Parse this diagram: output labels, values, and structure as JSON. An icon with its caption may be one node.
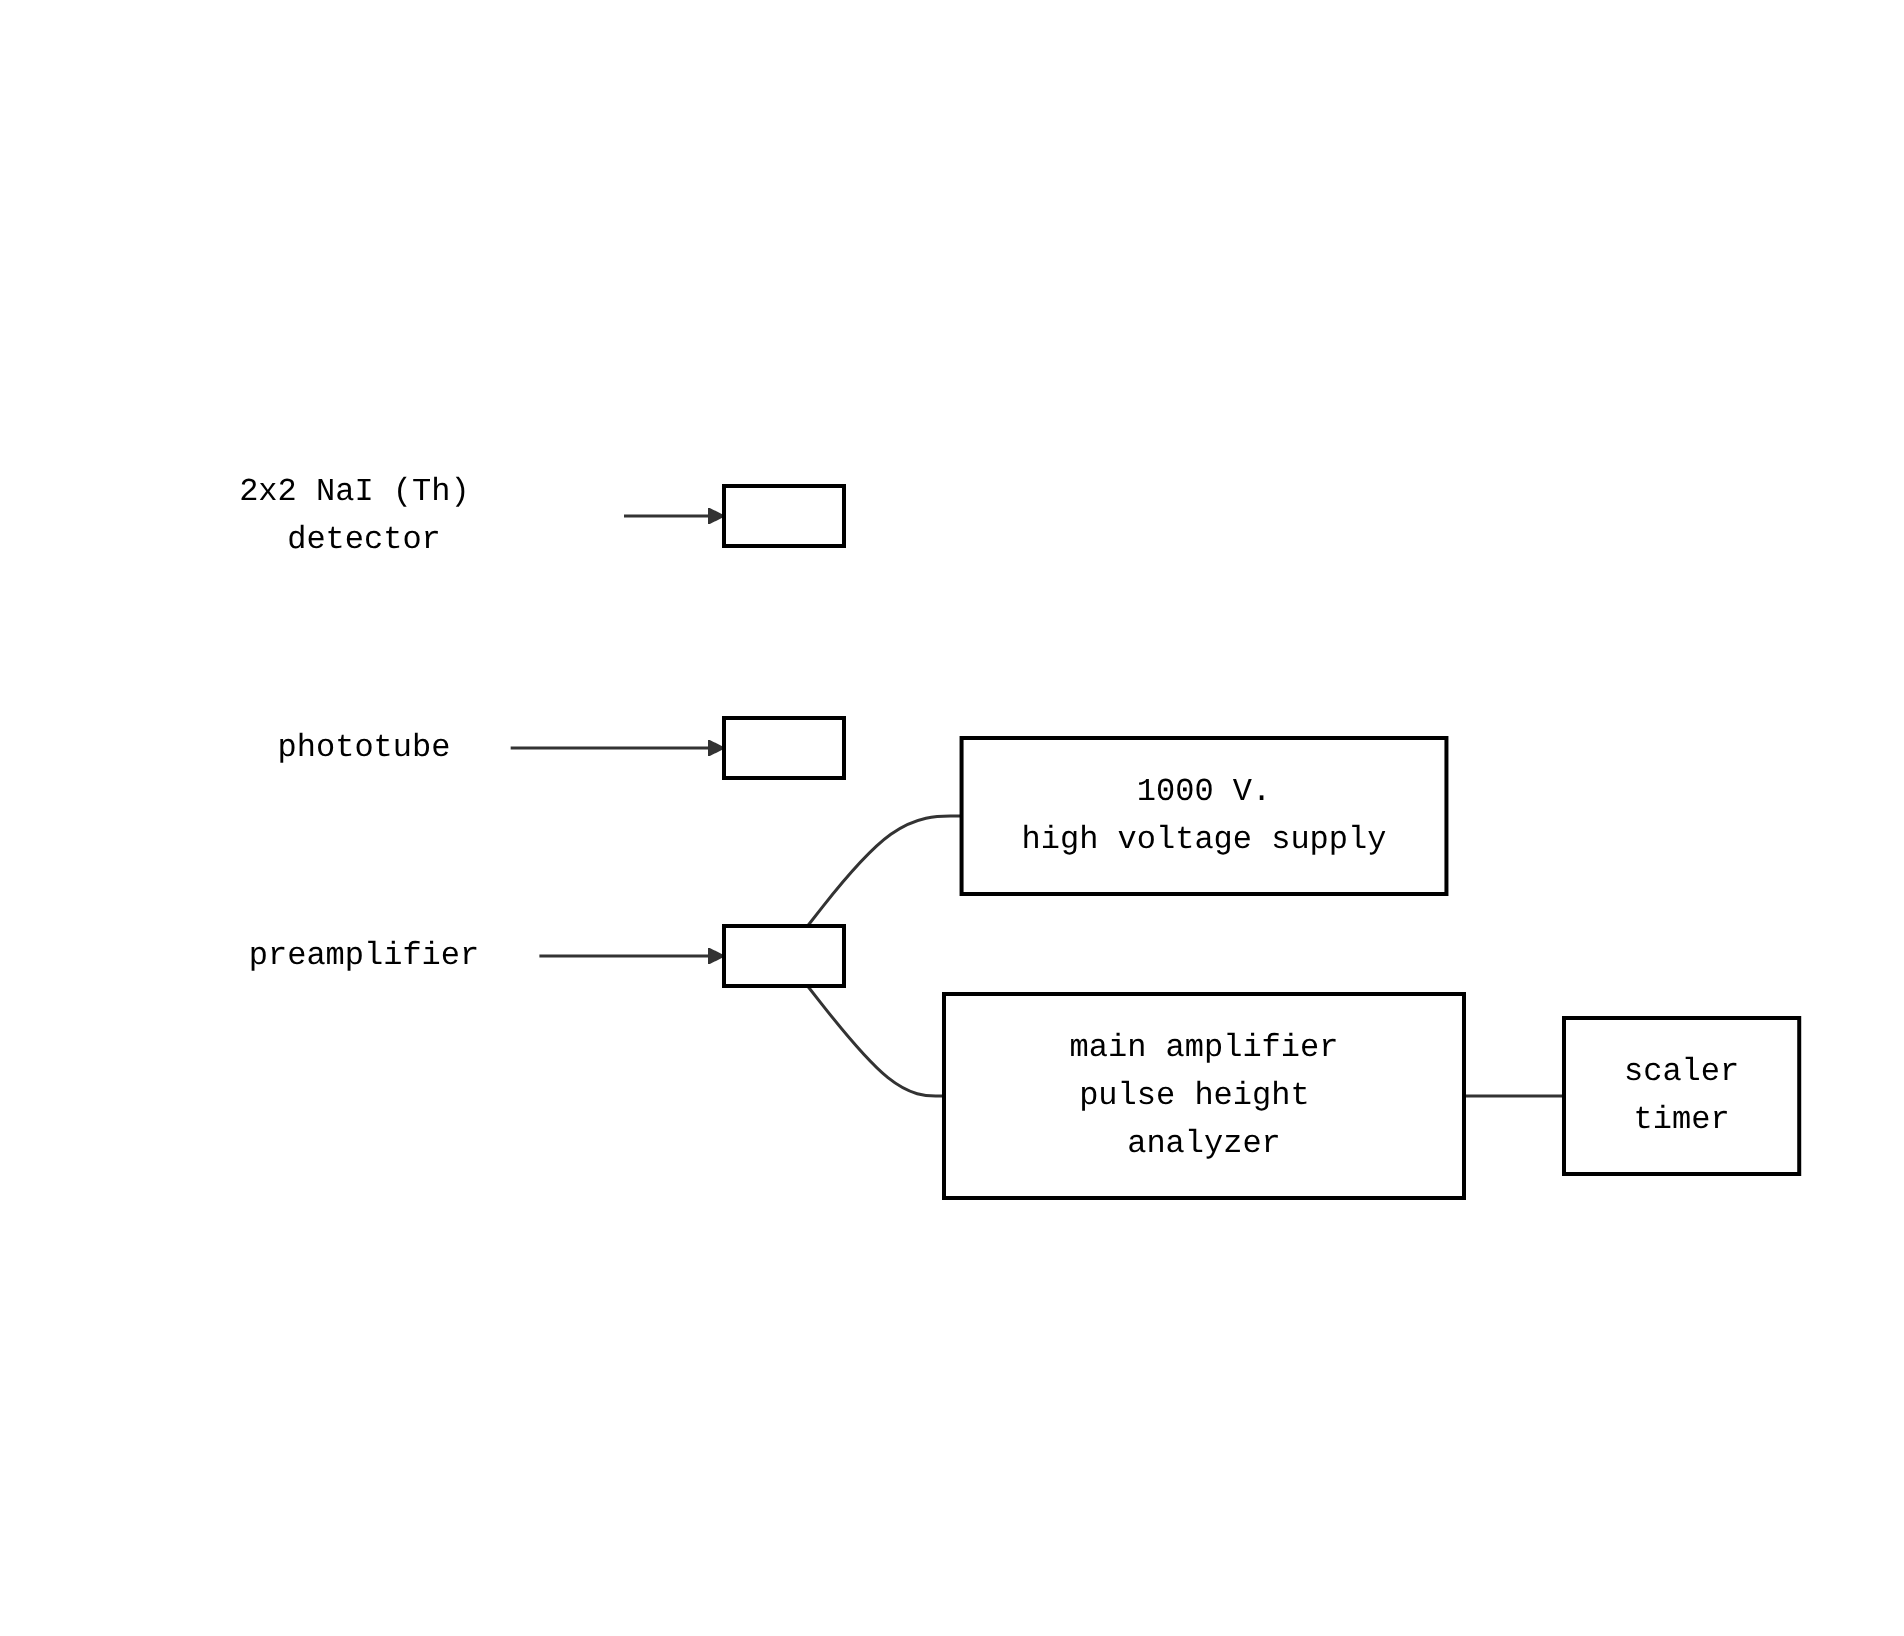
{
  "diagram": {
    "nodes": [
      {
        "text": [],
        "shape": "box"
      },
      {
        "text": [],
        "shape": "box"
      },
      {
        "text": [],
        "shape": "box"
      },
      {
        "text": [
          "2x2 NaI (Th) detector"
        ]
      },
      {
        "text": [
          "phototube"
        ]
      },
      {
        "text": [
          "preamplifier"
        ]
      },
      {
        "text": [
          "1000 V.",
          "high voltage supply"
        ]
      },
      {
        "text": [
          "main amplifier",
          "pulse height analyzer"
        ]
      },
      {
        "text": [
          "scaler",
          "timer"
        ]
      }
    ],
    "edges": [
      {
        "from": 3,
        "to": 0,
        "arrow": "to"
      },
      {
        "from": 4,
        "to": 1,
        "arrow": "to"
      },
      {
        "from": 5,
        "to": 2,
        "arrow": "to"
      },
      {
        "from": 2,
        "to": 6,
        "arrow": "none"
      },
      {
        "from": 2,
        "to": 7,
        "arrow": "none"
      },
      {
        "from": 7,
        "to": 8,
        "arrow": "none"
      }
    ]
  }
}
